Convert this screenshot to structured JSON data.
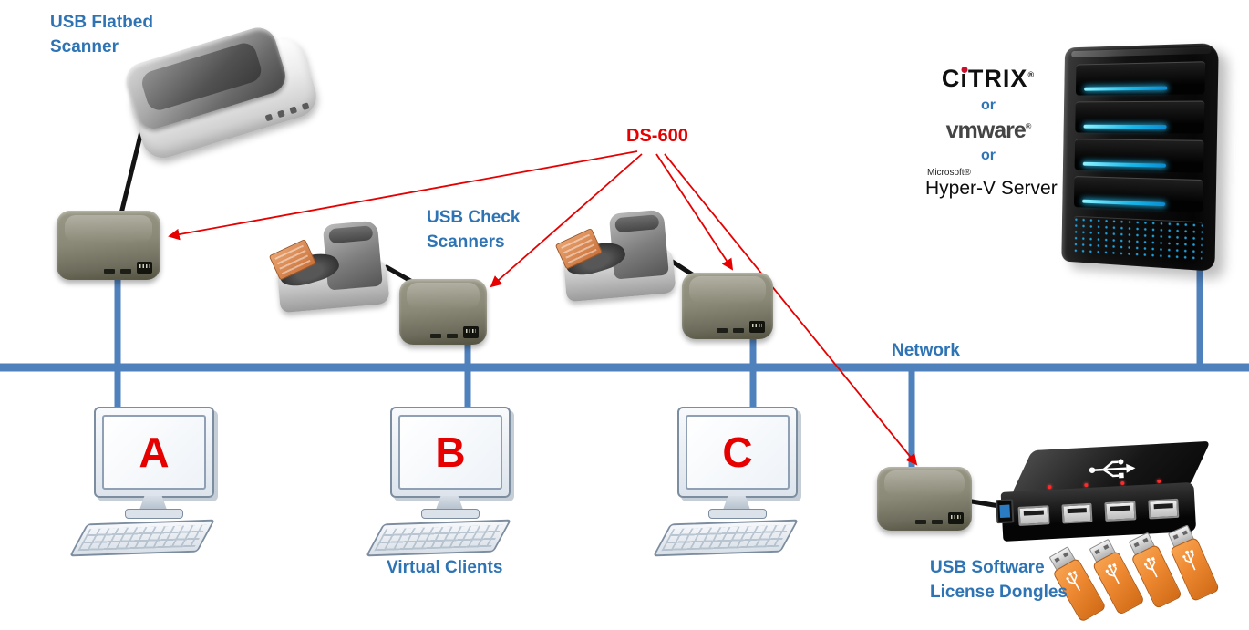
{
  "colors": {
    "label_blue": "#2E74B5",
    "diagram_red": "#E60000",
    "network_line_blue": "#4F81BD",
    "dongle_orange": "#EF8A33",
    "server_led_cyan": "#18B7E8"
  },
  "labels": {
    "usb_flatbed_scanner": "USB Flatbed\nScanner",
    "usb_check_scanners": "USB Check\nScanners",
    "ds600": "DS-600",
    "network": "Network",
    "virtual_clients": "Virtual Clients",
    "usb_license_dongles": "USB Software\nLicense Dongles"
  },
  "virtualization_stack": {
    "citrix_pre": "C",
    "citrix_i": "i",
    "citrix_post": "TRIX",
    "citrix_registered": "®",
    "or_first": "or",
    "vmware": "vmware",
    "vmware_registered": "®",
    "or_second": "or",
    "microsoft": "Microsoft®",
    "hyperv_server": "Hyper-V Server"
  },
  "computers": [
    {
      "label": "A"
    },
    {
      "label": "B"
    },
    {
      "label": "C"
    }
  ]
}
